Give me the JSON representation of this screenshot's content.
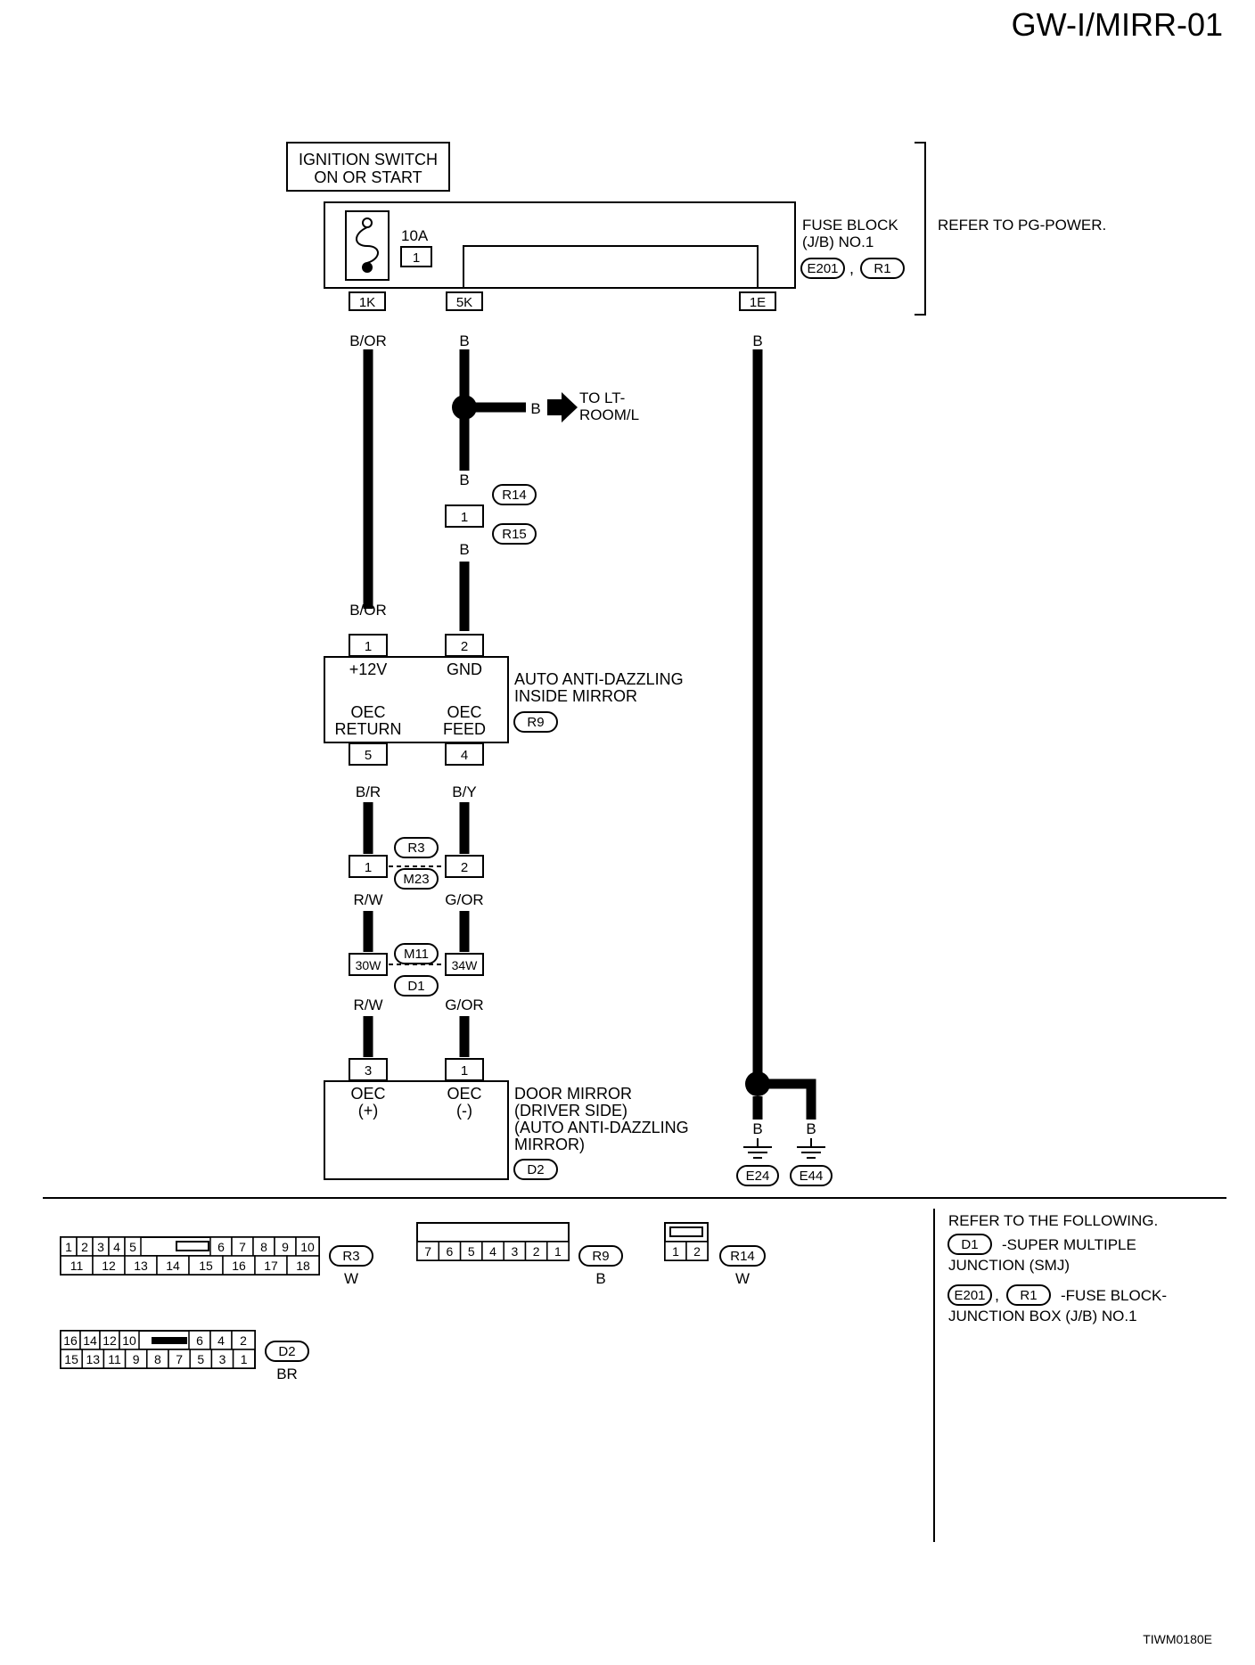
{
  "page_id": "GW-I/MIRR-01",
  "diagram_code": "TIWM0180E",
  "power": {
    "ignition_switch": [
      "IGNITION SWITCH",
      "ON OR START"
    ],
    "fuse_rating": "10A",
    "fuse_number": "1",
    "fuse_block_label": [
      "FUSE BLOCK",
      "(J/B) NO.1"
    ],
    "fuse_block_connectors": [
      "E201",
      "R1"
    ],
    "refer_note": "REFER TO PG-POWER.",
    "terminals": {
      "t1k": "1K",
      "t5k": "5K",
      "t1e": "1E"
    }
  },
  "wires": {
    "b_or": "B/OR",
    "b": "B",
    "b_r": "B/R",
    "b_y": "B/Y",
    "r_w": "R/W",
    "g_or": "G/OR"
  },
  "splice": {
    "to_label": [
      "TO LT-",
      "ROOM/L"
    ]
  },
  "joint_r14_r15": {
    "pin": "1",
    "connectors": [
      "R14",
      "R15"
    ]
  },
  "inside_mirror": {
    "name": [
      "AUTO ANTI-DAZZLING",
      "INSIDE MIRROR"
    ],
    "connector": "R9",
    "pins": {
      "p1": "1",
      "p2": "2",
      "p5": "5",
      "p4": "4"
    },
    "pin_labels": {
      "p1": "+12V",
      "p2": "GND",
      "p5": [
        "OEC",
        "RETURN"
      ],
      "p4": [
        "OEC",
        "FEED"
      ]
    }
  },
  "joint_r3_m23": {
    "pins": [
      "1",
      "2"
    ],
    "connectors": [
      "R3",
      "M23"
    ]
  },
  "joint_m11_d1": {
    "pins": [
      "30W",
      "34W"
    ],
    "connectors": [
      "M11",
      "D1"
    ]
  },
  "door_mirror": {
    "name": [
      "DOOR MIRROR",
      "(DRIVER SIDE)",
      "(AUTO ANTI-DAZZLING",
      " MIRROR)"
    ],
    "connector": "D2",
    "pins": {
      "p3": "3",
      "p1": "1"
    },
    "pin_labels": {
      "p3": [
        "OEC",
        "(+)"
      ],
      "p1": [
        "OEC",
        "(-)"
      ]
    }
  },
  "grounds": [
    "E24",
    "E44"
  ],
  "connector_views": {
    "r3": {
      "top": [
        "1",
        "2",
        "3",
        "4",
        "5",
        "6",
        "7",
        "8",
        "9",
        "10"
      ],
      "bottom": [
        "11",
        "12",
        "13",
        "14",
        "15",
        "16",
        "17",
        "18"
      ],
      "id": "R3",
      "color": "W"
    },
    "r9": {
      "pins": [
        "7",
        "6",
        "5",
        "4",
        "3",
        "2",
        "1"
      ],
      "id": "R9",
      "color": "B"
    },
    "r14": {
      "pins": [
        "1",
        "2"
      ],
      "id": "R14",
      "color": "W"
    },
    "d2": {
      "top": [
        "16",
        "14",
        "12",
        "10",
        "6",
        "4",
        "2"
      ],
      "bottom": [
        "15",
        "13",
        "11",
        "9",
        "8",
        "7",
        "5",
        "3",
        "1"
      ],
      "id": "D2",
      "color": "BR"
    }
  },
  "refer_following": {
    "heading": "REFER TO THE FOLLOWING.",
    "items": [
      {
        "codes": [
          "D1"
        ],
        "text": [
          "-SUPER MULTIPLE",
          "JUNCTION (SMJ)"
        ]
      },
      {
        "codes": [
          "E201",
          "R1"
        ],
        "text": [
          "-FUSE BLOCK-",
          "JUNCTION BOX (J/B) NO.1"
        ]
      }
    ]
  }
}
